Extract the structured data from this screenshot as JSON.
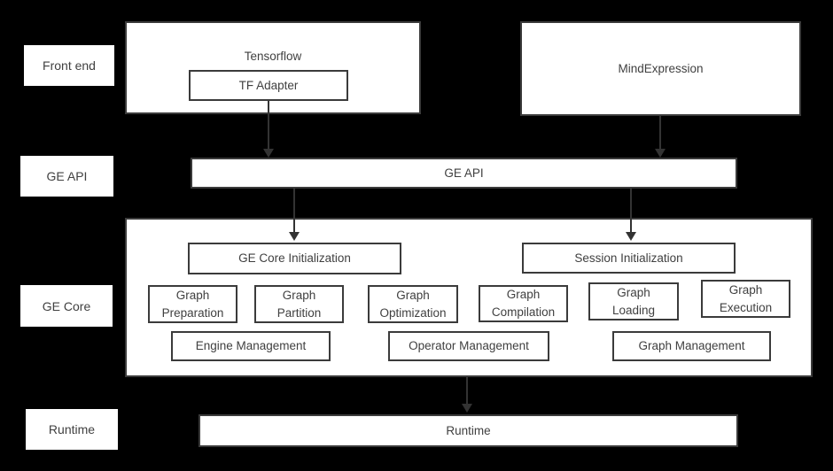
{
  "diagram": {
    "title_semantic": "GE architecture diagram",
    "colors": {
      "background": "#000000",
      "box_fill": "#ffffff",
      "border": "#3b3b3b",
      "text": "#404040",
      "arrow": "#333333"
    }
  },
  "row_labels": {
    "front_end": "Front end",
    "ge_api": "GE API",
    "ge_core": "GE Core",
    "runtime": "Runtime"
  },
  "front_end": {
    "tensorflow": "Tensorflow",
    "tf_adapter": "TF Adapter",
    "mindexpression": "MindExpression"
  },
  "ge_api_bar": {
    "label": "GE API"
  },
  "ge_core": {
    "ge_core_initialization": "GE Core Initialization",
    "session_initialization": "Session Initialization",
    "graph_preparation": "Graph\nPreparation",
    "graph_partition": "Graph\nPartition",
    "graph_optimization": "Graph\nOptimization",
    "graph_compilation": "Graph\nCompilation",
    "graph_loading": "Graph\nLoading",
    "graph_execution": "Graph\nExecution",
    "engine_management": "Engine Management",
    "operator_management": "Operator Management",
    "graph_management": "Graph Management"
  },
  "runtime_bar": {
    "label": "Runtime"
  }
}
